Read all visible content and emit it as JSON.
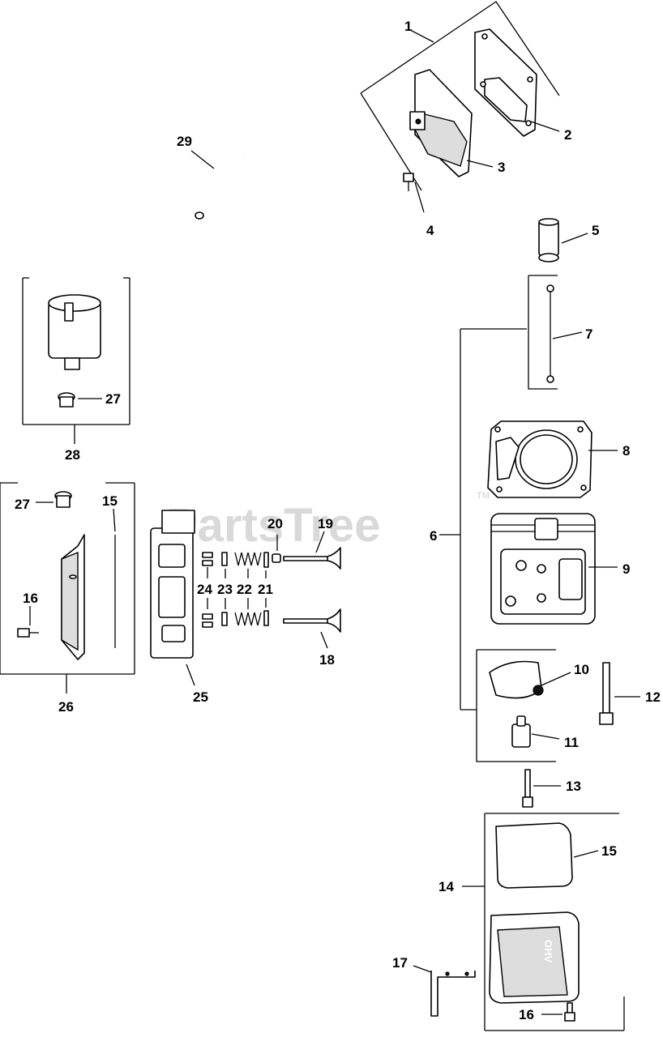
{
  "watermark": {
    "text": "PartsTree",
    "trademark": "TM"
  },
  "callouts": {
    "c1": "1",
    "c2": "2",
    "c3": "3",
    "c4": "4",
    "c5": "5",
    "c6": "6",
    "c7": "7",
    "c8": "8",
    "c9": "9",
    "c10": "10",
    "c11": "11",
    "c12": "12",
    "c13": "13",
    "c14": "14",
    "c15a": "15",
    "c15b": "15",
    "c16a": "16",
    "c16b": "16",
    "c17": "17",
    "c18": "18",
    "c19": "19",
    "c20": "20",
    "c21": "21",
    "c22": "22",
    "c23": "23",
    "c24": "24",
    "c25": "25",
    "c26": "26",
    "c27a": "27",
    "c27b": "27",
    "c28": "28",
    "c29": "29"
  },
  "cover_logo": "OHV"
}
